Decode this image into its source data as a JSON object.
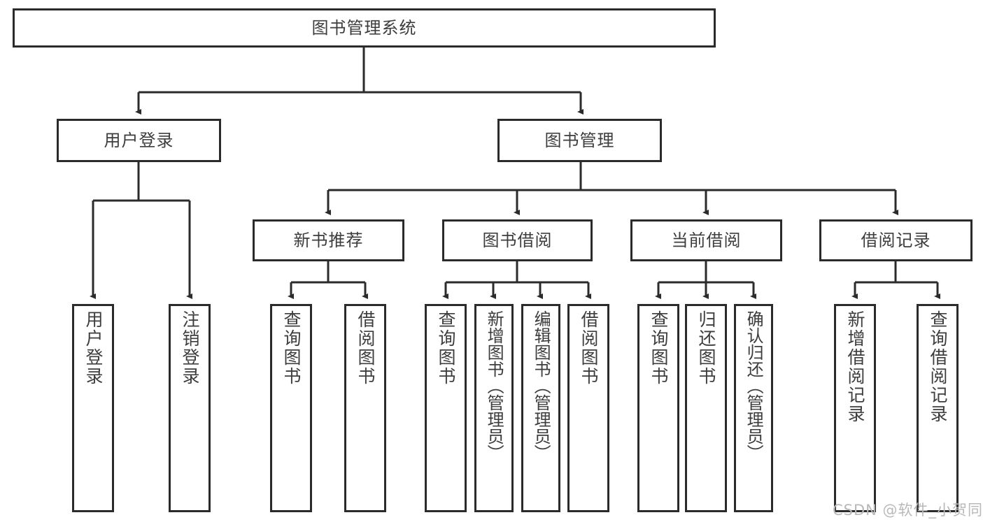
{
  "diagram": {
    "title": "图书管理系统",
    "type": "tree-hierarchy",
    "watermark": "CSDN @软件_小贺同学",
    "colors": {
      "border": "#2b2b2b",
      "text": "#3d3d3d",
      "background": "#ffffff",
      "edge": "#2b2b2b",
      "watermark": "#b9b9b9"
    }
  },
  "nodes": {
    "root": {
      "label": "图书管理系统"
    },
    "level2": [
      {
        "label": "用户登录"
      },
      {
        "label": "图书管理"
      }
    ],
    "level3": [
      {
        "label": "新书推荐"
      },
      {
        "label": "图书借阅"
      },
      {
        "label": "当前借阅"
      },
      {
        "label": "借阅记录"
      }
    ],
    "leaves": [
      {
        "label": "用户登录"
      },
      {
        "label": "注销登录"
      },
      {
        "label": "查询图书"
      },
      {
        "label": "借阅图书"
      },
      {
        "label": "查询图书"
      },
      {
        "label": "新增图书（管理员）"
      },
      {
        "label": "编辑图书（管理员）"
      },
      {
        "label": "借阅图书"
      },
      {
        "label": "查询图书"
      },
      {
        "label": "归还图书"
      },
      {
        "label": "确认归还（管理员）"
      },
      {
        "label": "新增借阅记录"
      },
      {
        "label": "查询借阅记录"
      }
    ]
  }
}
